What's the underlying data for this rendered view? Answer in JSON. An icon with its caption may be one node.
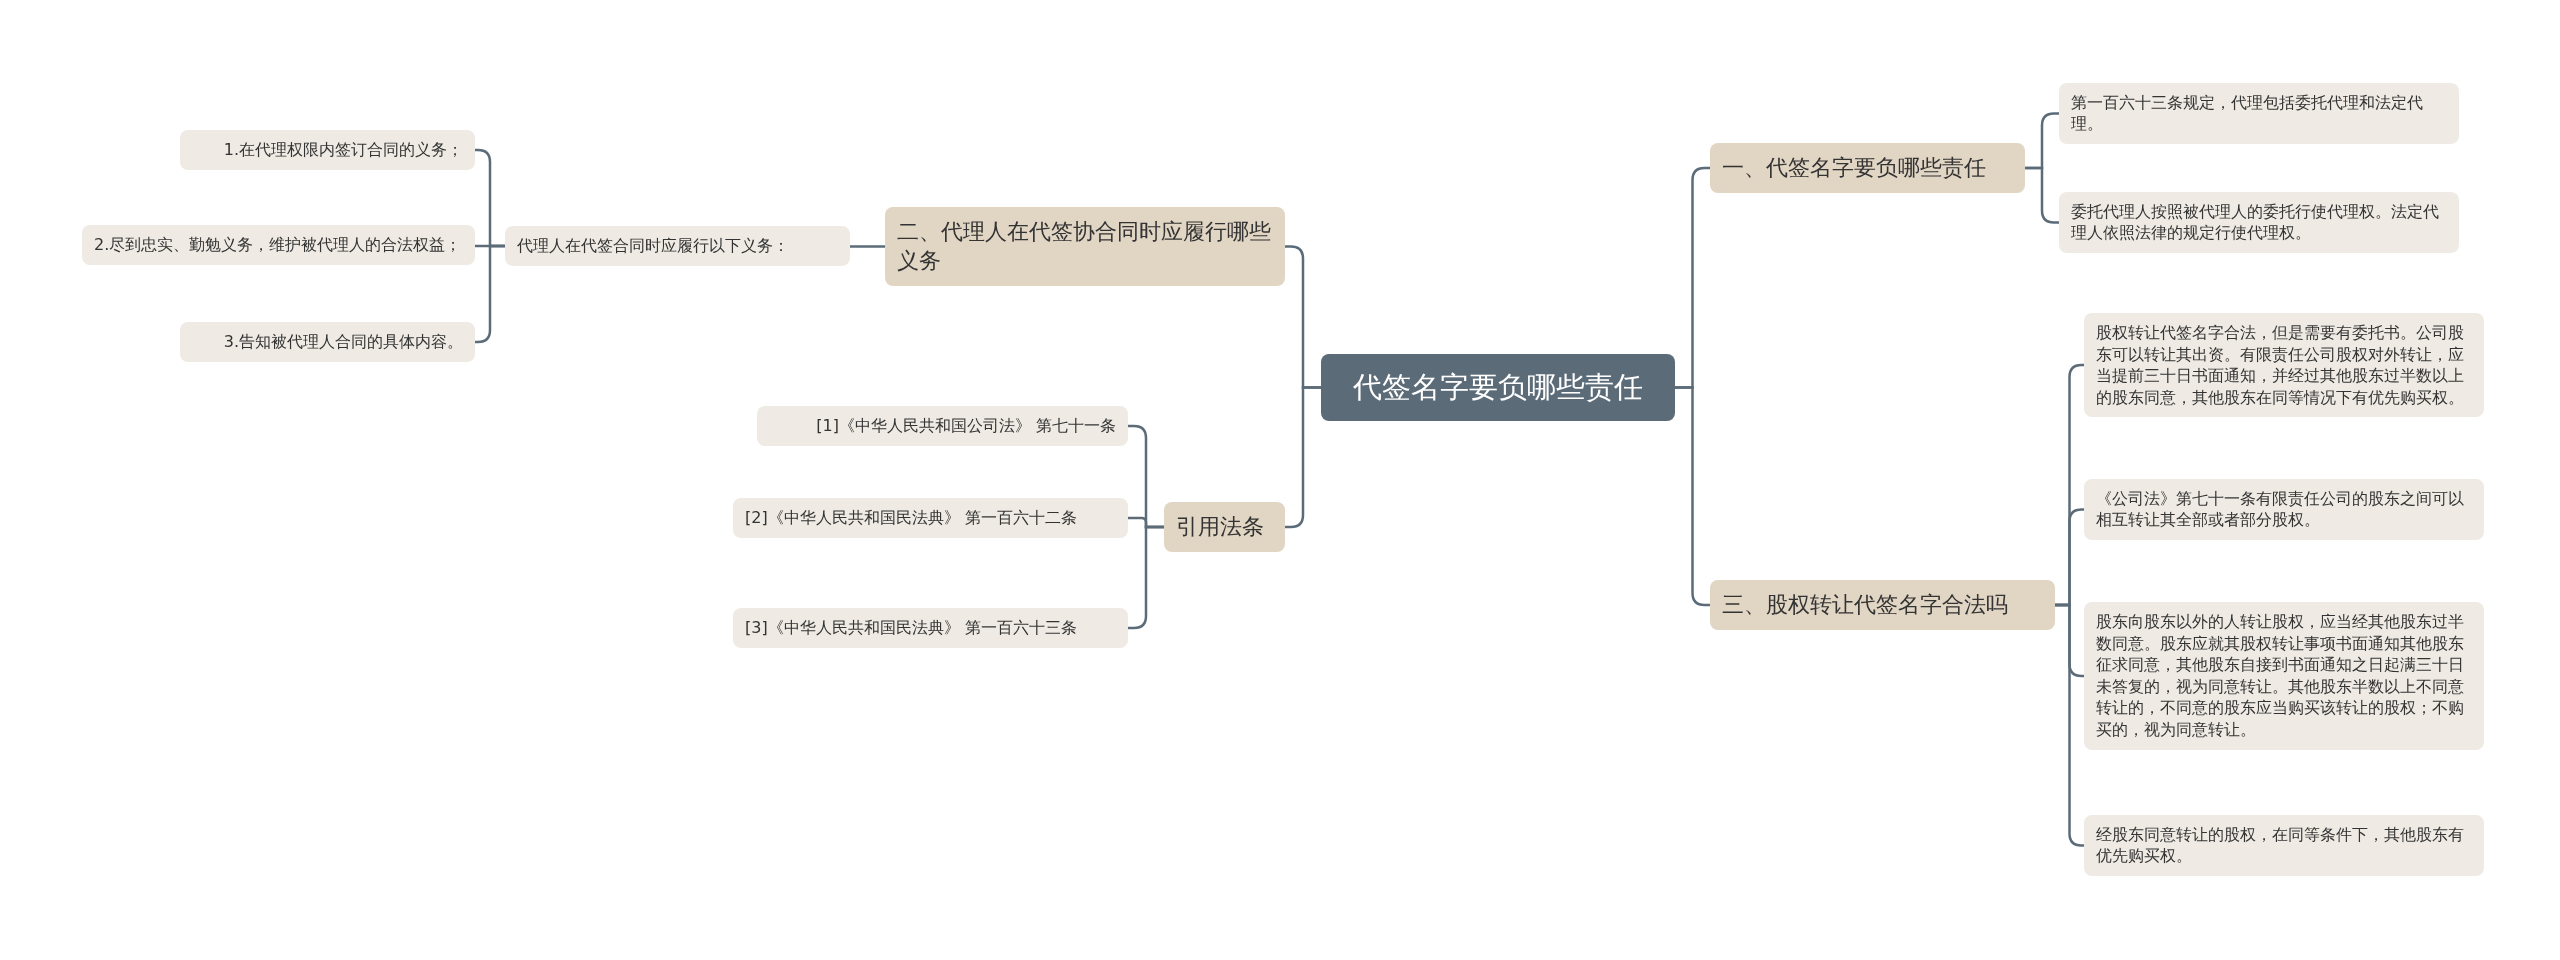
{
  "diagram": {
    "nodes": [
      {
        "text": [
          "代签名字要负哪些责任"
        ]
      },
      {
        "text": [
          "一、代签名字要负哪些责任"
        ]
      },
      {
        "text": [
          "第一百六十三条规定，代理包括委托代理和法定代理。"
        ]
      },
      {
        "text": [
          "委托代理人按照被代理人的委托行使代理权。法定代理人依照法律的规定行使代理权。"
        ]
      },
      {
        "text": [
          "三、股权转让代签名字合法吗"
        ]
      },
      {
        "text": [
          "股权转让代签名字合法，但是需要有委托书。公司股东可以转让其出资。有限责任公司股权对外转让，应当提前三十日书面通知，并经过其他股东过半数以上的股东同意，其他股东在同等情况下有优先购买权。"
        ]
      },
      {
        "text": [
          "《公司法》第七十一条有限责任公司的股东之间可以相互转让其全部或者部分股权。"
        ]
      },
      {
        "text": [
          "股东向股东以外的人转让股权，应当经其他股东过半数同意。股东应就其股权转让事项书面通知其他股东征求同意，其他股东自接到书面通知之日起满三十日未答复的，视为同意转让。其他股东半数以上不同意转让的，不同意的股东应当购买该转让的股权；不购买的，视为同意转让。"
        ]
      },
      {
        "text": [
          "经股东同意转让的股权，在同等条件下，其他股东有优先购买权。"
        ]
      },
      {
        "text": [
          "二、代理人在代签协合同时应履行哪些义务"
        ]
      },
      {
        "text": [
          "代理人在代签合同时应履行以下义务："
        ]
      },
      {
        "text": [
          "1.在代理权限内签订合同的义务；"
        ]
      },
      {
        "text": [
          "2.尽到忠实、勤勉义务，维护被代理人的合法权益；"
        ]
      },
      {
        "text": [
          "3.告知被代理人合同的具体内容。"
        ]
      },
      {
        "text": [
          "引用法条"
        ]
      },
      {
        "text": [
          "[1]《中华人民共和国公司法》 第七十一条"
        ]
      },
      {
        "text": [
          "[2]《中华人民共和国民法典》 第一百六十二条"
        ]
      },
      {
        "text": [
          "[3]《中华人民共和国民法典》 第一百六十三条"
        ]
      }
    ],
    "edges": [
      {
        "from": 0,
        "to": 1,
        "arrow": "none"
      },
      {
        "from": 1,
        "to": 2,
        "arrow": "none"
      },
      {
        "from": 1,
        "to": 3,
        "arrow": "none"
      },
      {
        "from": 0,
        "to": 4,
        "arrow": "none"
      },
      {
        "from": 4,
        "to": 5,
        "arrow": "none"
      },
      {
        "from": 4,
        "to": 6,
        "arrow": "none"
      },
      {
        "from": 4,
        "to": 7,
        "arrow": "none"
      },
      {
        "from": 4,
        "to": 8,
        "arrow": "none"
      },
      {
        "from": 0,
        "to": 9,
        "arrow": "none"
      },
      {
        "from": 9,
        "to": 10,
        "arrow": "none"
      },
      {
        "from": 10,
        "to": 11,
        "arrow": "none"
      },
      {
        "from": 10,
        "to": 12,
        "arrow": "none"
      },
      {
        "from": 10,
        "to": 13,
        "arrow": "none"
      },
      {
        "from": 0,
        "to": 14,
        "arrow": "none"
      },
      {
        "from": 14,
        "to": 15,
        "arrow": "none"
      },
      {
        "from": 14,
        "to": 16,
        "arrow": "none"
      },
      {
        "from": 14,
        "to": 17,
        "arrow": "none"
      }
    ]
  }
}
